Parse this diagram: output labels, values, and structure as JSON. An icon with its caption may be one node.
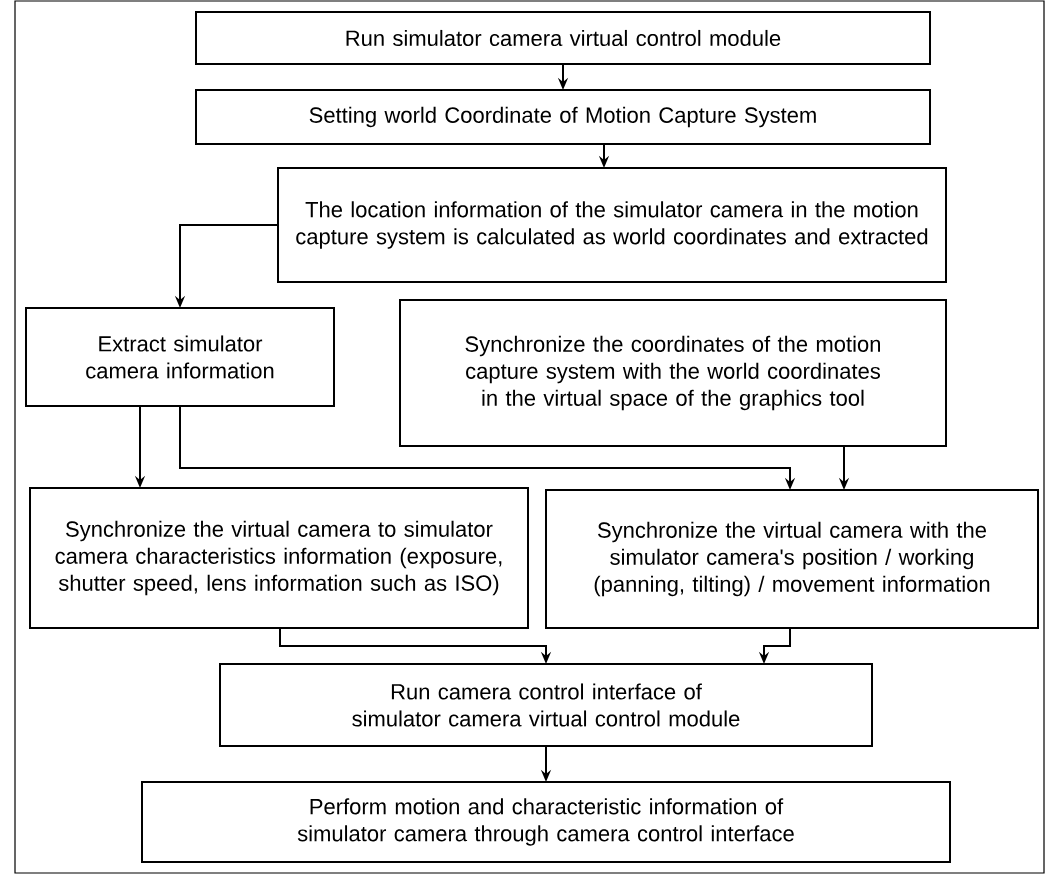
{
  "diagram": {
    "nodes": [
      {
        "text": [
          "Run simulator camera virtual control module"
        ]
      },
      {
        "text": [
          "Setting world Coordinate of Motion Capture System"
        ]
      },
      {
        "text": [
          "The location information of the simulator camera in the motion capture system is calculated as world coordinates and extracted"
        ]
      },
      {
        "text": [
          "Extract simulator camera information"
        ]
      },
      {
        "text": [
          "Synchronize the coordinates of the motion capture system with the world coordinates in the virtual space of the graphics tool"
        ]
      },
      {
        "text": [
          "Synchronize the virtual camera to simulator camera characteristics information (exposure, shutter speed, lens information such as ISO)"
        ]
      },
      {
        "text": [
          "Synchronize the virtual camera with the simulator camera's position / working (panning, tilting) / movement information"
        ]
      },
      {
        "text": [
          "Run camera control interface of simulator camera virtual control module"
        ]
      },
      {
        "text": [
          "Perform motion and characteristic information of simulator camera through camera control interface"
        ]
      }
    ],
    "edges": [
      {
        "from": 0,
        "to": 1,
        "arrow": "to"
      },
      {
        "from": 1,
        "to": 2,
        "arrow": "to"
      },
      {
        "from": 2,
        "to": 3,
        "arrow": "to"
      },
      {
        "from": 3,
        "to": 5,
        "arrow": "to"
      },
      {
        "from": 3,
        "to": 6,
        "arrow": "to"
      },
      {
        "from": 4,
        "to": 6,
        "arrow": "to"
      },
      {
        "from": 5,
        "to": 7,
        "arrow": "to"
      },
      {
        "from": 6,
        "to": 7,
        "arrow": "to"
      },
      {
        "from": 7,
        "to": 8,
        "arrow": "to"
      }
    ]
  }
}
